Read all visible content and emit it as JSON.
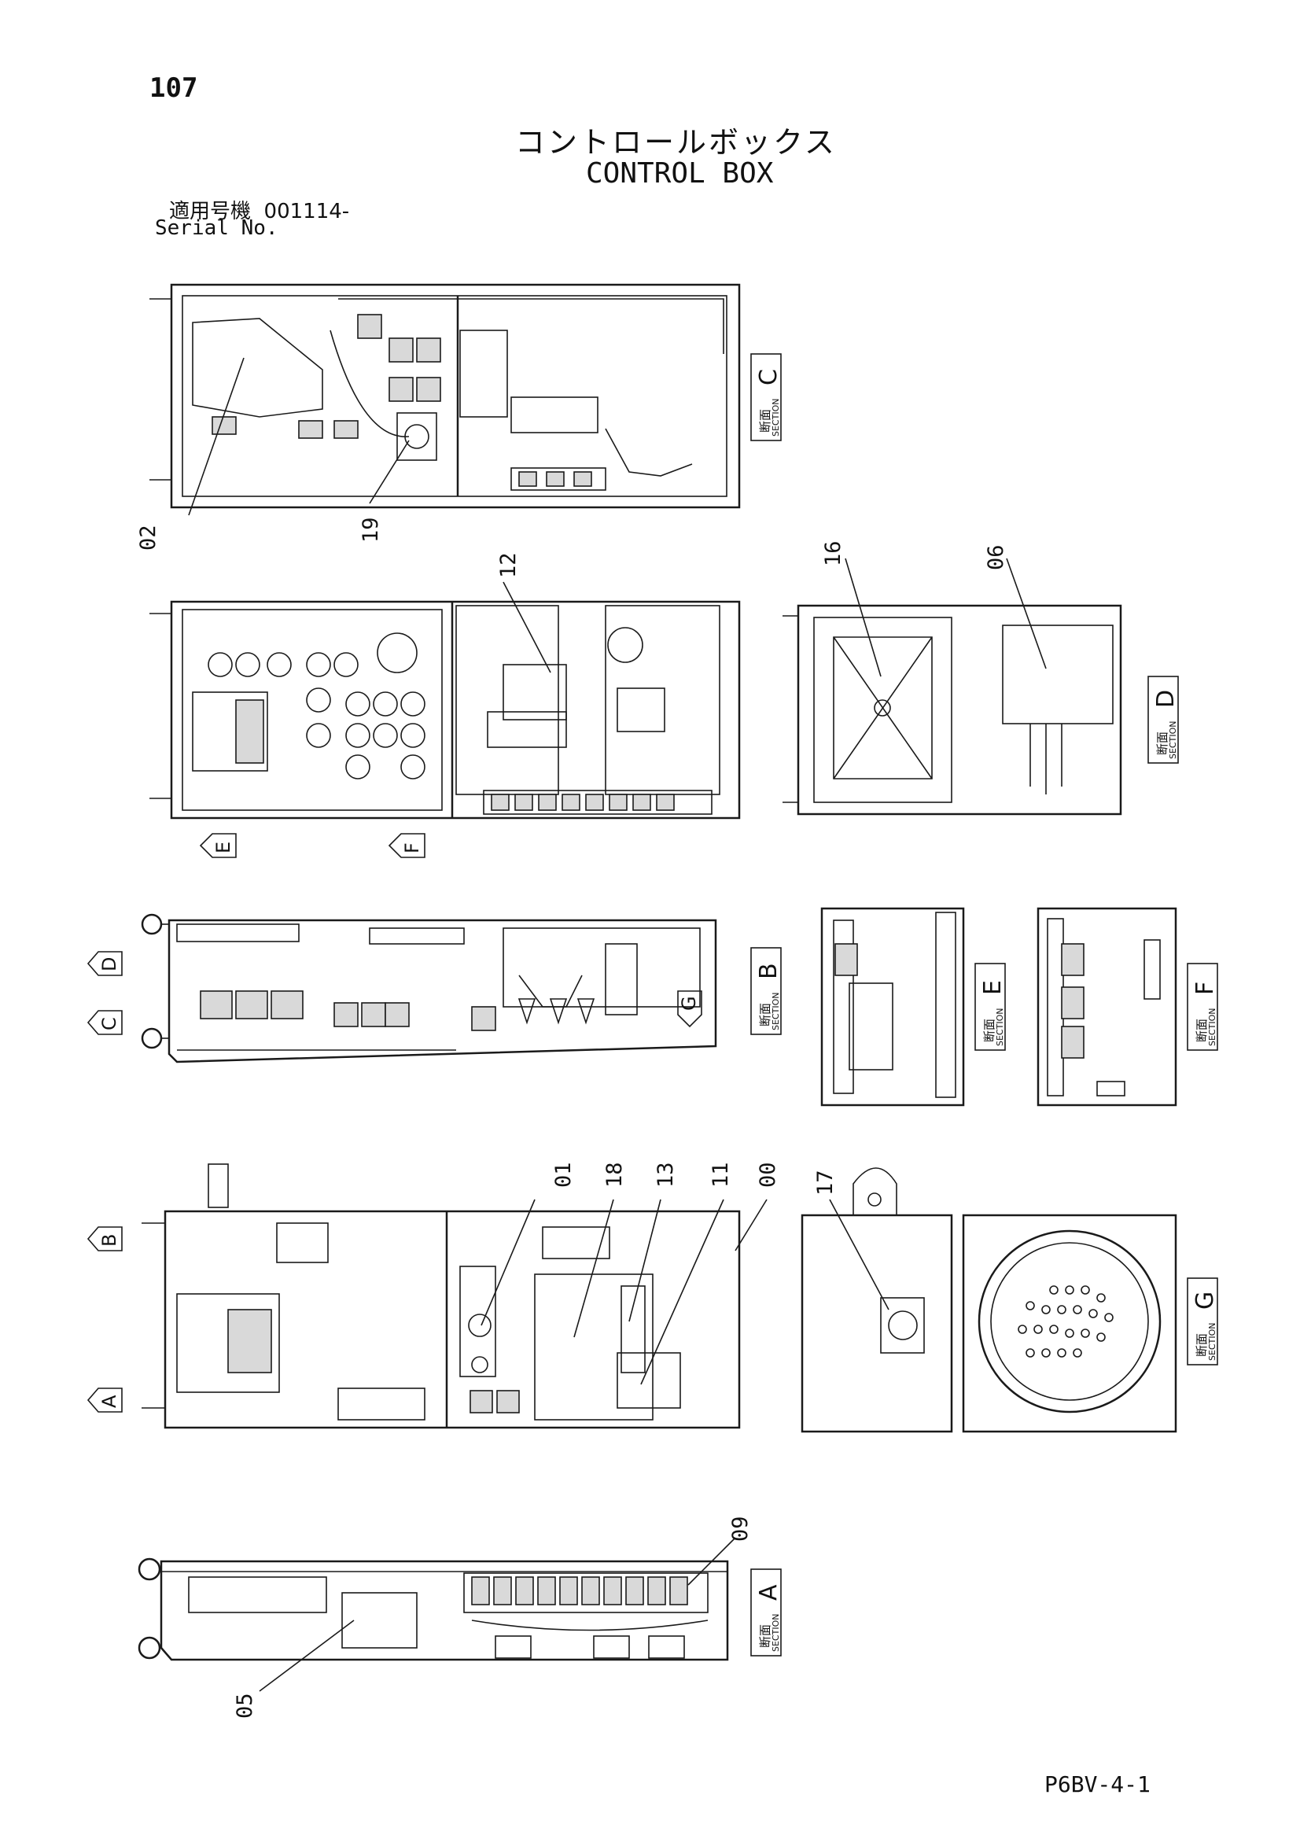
{
  "page_number": "107",
  "title_ja": "コントロールボックス",
  "title_en": "CONTROL BOX",
  "serial_label_ja": "適用号機",
  "serial_value": "001114-",
  "serial_label_en": "Serial No.",
  "footer_code": "P6BV-4-1",
  "section_word_en": "SECTION",
  "section_word_ja": "断面",
  "sections": [
    "A",
    "B",
    "C",
    "D",
    "E",
    "F",
    "G"
  ],
  "view_arrows": [
    "E",
    "F",
    "D",
    "C",
    "B",
    "A",
    "G"
  ],
  "part_numbers": [
    "02",
    "19",
    "12",
    "16",
    "06",
    "01",
    "18",
    "13",
    "11",
    "00",
    "17",
    "09",
    "05"
  ]
}
